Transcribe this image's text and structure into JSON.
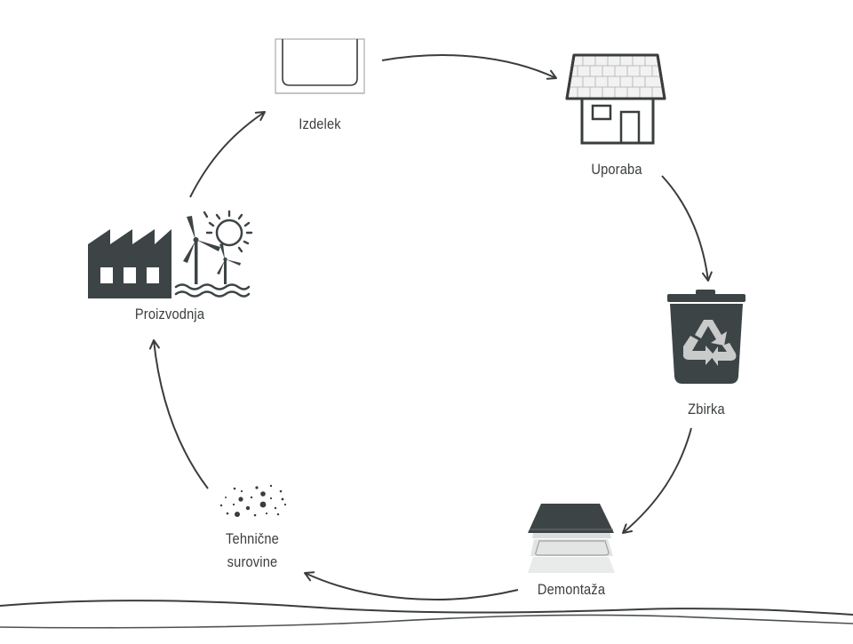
{
  "nodes": {
    "product": {
      "label": "Izdelek"
    },
    "use": {
      "label": "Uporaba"
    },
    "collection": {
      "label": "Zbirka"
    },
    "dismantling": {
      "label": "Demontaža"
    },
    "raw_materials": {
      "label_line1": "Tehnične",
      "label_line2": "surovine"
    },
    "production": {
      "label": "Proizvodnja"
    }
  },
  "colors": {
    "stroke": "#3a3d3e",
    "dark_fill": "#3d4446",
    "light_gray": "#c9cbcb",
    "lighter_gray": "#dcdede",
    "roof_fill": "#f2f2f2"
  },
  "icons": {
    "product": "tray-icon",
    "use": "house-icon",
    "collection": "recycle-bin-icon",
    "dismantling": "layers-icon",
    "raw_materials": "particles-icon",
    "production": "factory-wind-solar-icon"
  }
}
